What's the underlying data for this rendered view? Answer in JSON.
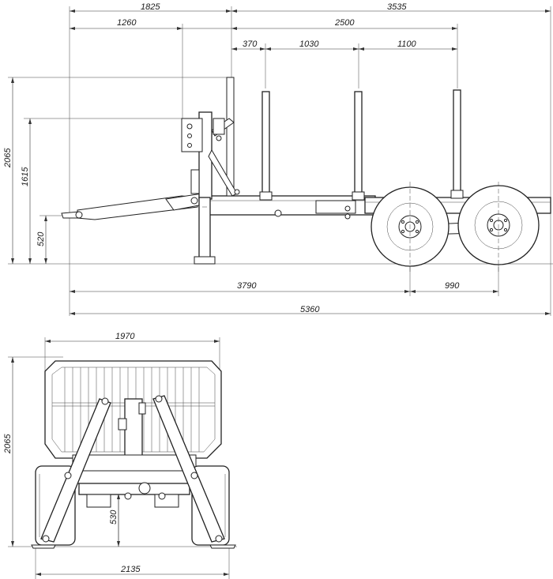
{
  "colors": {
    "line": "#222222",
    "dimension": "#333333",
    "background": "#ffffff"
  },
  "side_view": {
    "dims": {
      "overall_front": "1825",
      "overall_rear": "3535",
      "front_offset": "1260",
      "stake_span": "2500",
      "stake_gap_1": "370",
      "stake_gap_2": "1030",
      "stake_gap_3": "1100",
      "height_total": "2065",
      "height_bunk": "1615",
      "height_hitch": "520",
      "axle_distance": "3790",
      "axle_spacing": "990",
      "overall_length": "5360"
    }
  },
  "rear_view": {
    "dims": {
      "bunk_width": "1970",
      "height_total": "2065",
      "ground_clearance": "530",
      "track_width": "2135"
    }
  }
}
